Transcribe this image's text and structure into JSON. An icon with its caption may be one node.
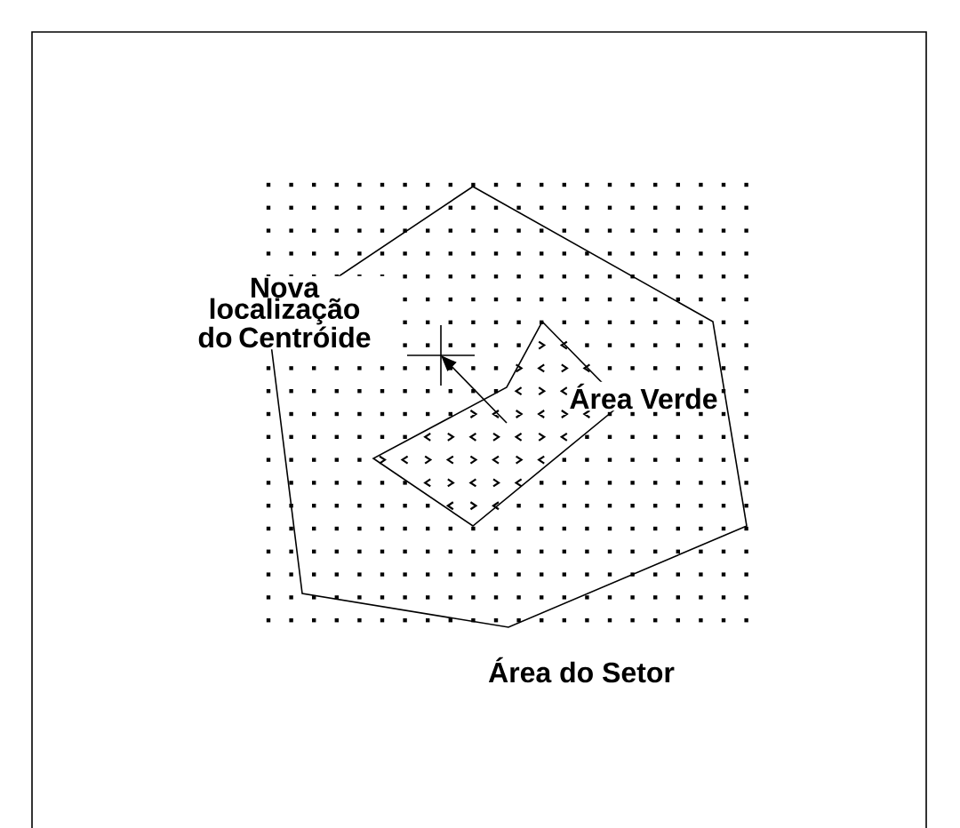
{
  "diagram": {
    "nodes": [
      {
        "text": [
          "Nova localização do Centróide"
        ]
      },
      {
        "text": [],
        "shape": "cross"
      }
    ],
    "edges": [
      {
        "from": null,
        "to": 1,
        "arrow": "to"
      }
    ],
    "labels": [
      "Área Verde",
      "Área do Setor"
    ]
  }
}
